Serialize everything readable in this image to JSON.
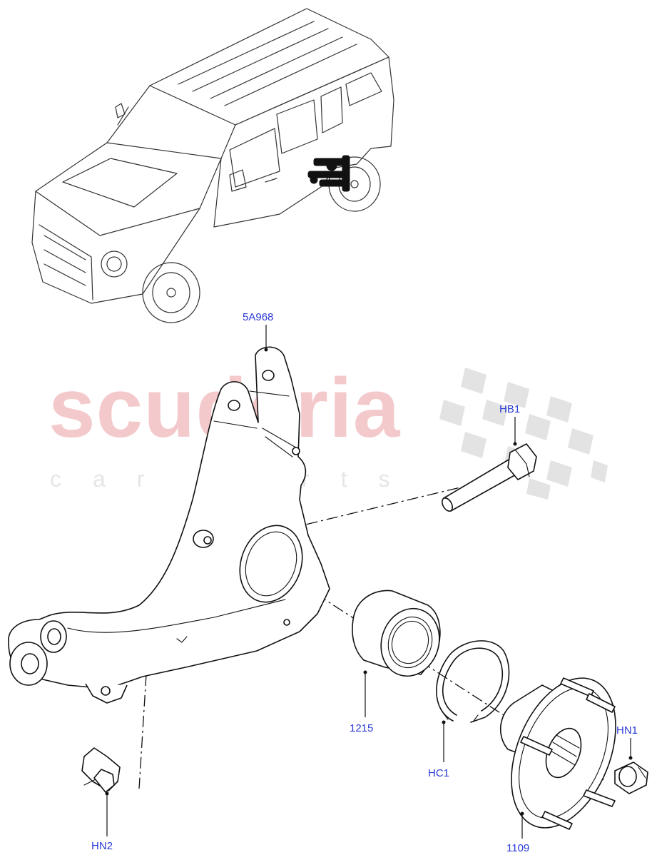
{
  "watermark": {
    "brand": "scuderia",
    "tagline": "car parts"
  },
  "callouts": {
    "knuckle": "5A968",
    "bolt": "HB1",
    "bearing": "1215",
    "circlip": "HC1",
    "hub": "1109",
    "hub_nut": "HN1",
    "sensor_nut": "HN2"
  },
  "colors": {
    "callout_text": "#2a3bd6",
    "watermark_red": "#f4c9cc",
    "watermark_grey": "#e6e6e6"
  }
}
